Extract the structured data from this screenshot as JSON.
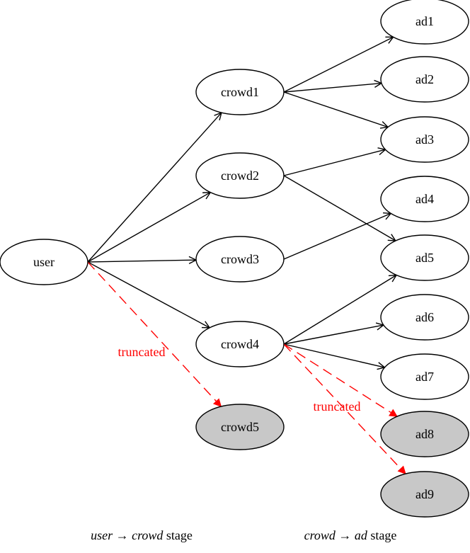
{
  "nodes": {
    "user": {
      "label": "user",
      "truncated": false
    },
    "crowd1": {
      "label": "crowd1",
      "truncated": false
    },
    "crowd2": {
      "label": "crowd2",
      "truncated": false
    },
    "crowd3": {
      "label": "crowd3",
      "truncated": false
    },
    "crowd4": {
      "label": "crowd4",
      "truncated": false
    },
    "crowd5": {
      "label": "crowd5",
      "truncated": true
    },
    "ad1": {
      "label": "ad1",
      "truncated": false
    },
    "ad2": {
      "label": "ad2",
      "truncated": false
    },
    "ad3": {
      "label": "ad3",
      "truncated": false
    },
    "ad4": {
      "label": "ad4",
      "truncated": false
    },
    "ad5": {
      "label": "ad5",
      "truncated": false
    },
    "ad6": {
      "label": "ad6",
      "truncated": false
    },
    "ad7": {
      "label": "ad7",
      "truncated": false
    },
    "ad8": {
      "label": "ad8",
      "truncated": true
    },
    "ad9": {
      "label": "ad9",
      "truncated": true
    }
  },
  "edges": [
    {
      "from": "user",
      "to": "crowd1",
      "truncated": false
    },
    {
      "from": "user",
      "to": "crowd2",
      "truncated": false
    },
    {
      "from": "user",
      "to": "crowd3",
      "truncated": false
    },
    {
      "from": "user",
      "to": "crowd4",
      "truncated": false
    },
    {
      "from": "user",
      "to": "crowd5",
      "truncated": true
    },
    {
      "from": "crowd1",
      "to": "ad1",
      "truncated": false
    },
    {
      "from": "crowd1",
      "to": "ad2",
      "truncated": false
    },
    {
      "from": "crowd1",
      "to": "ad3",
      "truncated": false
    },
    {
      "from": "crowd2",
      "to": "ad3",
      "truncated": false
    },
    {
      "from": "crowd2",
      "to": "ad5",
      "truncated": false
    },
    {
      "from": "crowd3",
      "to": "ad4",
      "truncated": false
    },
    {
      "from": "crowd4",
      "to": "ad5",
      "truncated": false
    },
    {
      "from": "crowd4",
      "to": "ad6",
      "truncated": false
    },
    {
      "from": "crowd4",
      "to": "ad7",
      "truncated": false
    },
    {
      "from": "crowd4",
      "to": "ad8",
      "truncated": true
    },
    {
      "from": "crowd4",
      "to": "ad9",
      "truncated": true
    }
  ],
  "truncated_labels": {
    "stage1": "truncated",
    "stage2": "truncated"
  },
  "captions": {
    "stage1": {
      "from": "user",
      "arrow": "→",
      "to": "crowd",
      "suffix": "stage"
    },
    "stage2": {
      "from": "crowd",
      "arrow": "→",
      "to": "ad",
      "suffix": "stage"
    }
  },
  "colors": {
    "edge": "#000000",
    "truncated_edge": "#ff0000",
    "node_fill": "#ffffff",
    "truncated_node_fill": "#c8c8c8",
    "truncated_text": "#ff0000"
  }
}
